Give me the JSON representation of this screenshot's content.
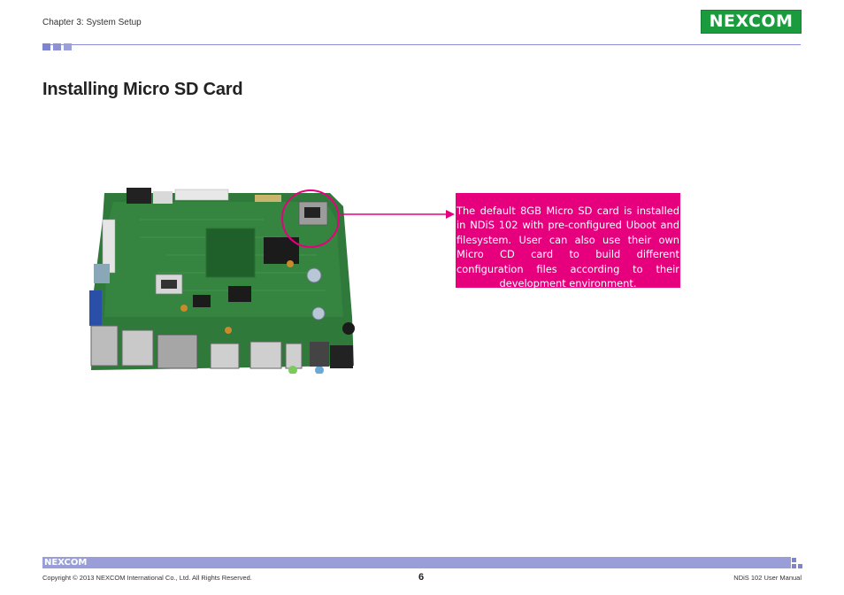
{
  "header": {
    "chapter": "Chapter 3: System Setup",
    "brand": "NEXCOM",
    "accent_color": "#8b8fd6",
    "logo_color": "#1a9b3e"
  },
  "main": {
    "title": "Installing Micro SD Card",
    "figure_icon": "motherboard-photo",
    "callout": {
      "text": "The default 8GB Micro SD card is installed in NDiS 102 with pre-configured Uboot and filesystem. User can also use their own Micro CD card to build different configuration files according to their development environment.",
      "color": "#e6007e"
    }
  },
  "footer": {
    "brand": "NEXCOM",
    "copyright": "Copyright © 2013 NEXCOM International Co., Ltd. All Rights Reserved.",
    "page_number": "6",
    "manual": "NDiS 102 User Manual"
  }
}
